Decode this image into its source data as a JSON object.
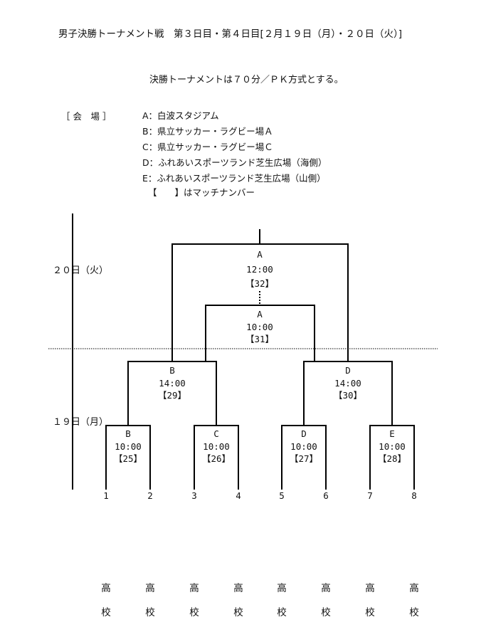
{
  "header": {
    "title": "男子決勝トーナメント戦　第３日目・第４日目[２月１９日（月）・２０日（火）]",
    "rule_note": "決勝トーナメントは７０分／ＰＫ方式とする。"
  },
  "venues": {
    "label": "［ 会　場 ］",
    "items": [
      "A：白波スタジアム",
      "B：県立サッカー・ラグビー場Ａ",
      "C：県立サッカー・ラグビー場Ｃ",
      "D：ふれあいスポーツランド芝生広場（海側）",
      "E：ふれあいスポーツランド芝生広場（山側）",
      "【　　】はマッチナンバー"
    ]
  },
  "days": {
    "day2": "２０日（火）",
    "day1": "１９日（月）"
  },
  "matches": [
    {
      "venue": "A",
      "time": "12:00",
      "number": "【32】"
    },
    {
      "venue": "A",
      "time": "10:00",
      "number": "【31】"
    },
    {
      "venue": "B",
      "time": "14:00",
      "number": "【29】"
    },
    {
      "venue": "D",
      "time": "14:00",
      "number": "【30】"
    },
    {
      "venue": "B",
      "time": "10:00",
      "number": "【25】"
    },
    {
      "venue": "C",
      "time": "10:00",
      "number": "【26】"
    },
    {
      "venue": "D",
      "time": "10:00",
      "number": "【27】"
    },
    {
      "venue": "E",
      "time": "10:00",
      "number": "【28】"
    }
  ],
  "teams": [
    {
      "number": "1",
      "char1": "高",
      "char2": "校"
    },
    {
      "number": "2",
      "char1": "高",
      "char2": "校"
    },
    {
      "number": "3",
      "char1": "高",
      "char2": "校"
    },
    {
      "number": "4",
      "char1": "高",
      "char2": "校"
    },
    {
      "number": "5",
      "char1": "高",
      "char2": "校"
    },
    {
      "number": "6",
      "char1": "高",
      "char2": "校"
    },
    {
      "number": "7",
      "char1": "高",
      "char2": "校"
    },
    {
      "number": "8",
      "char1": "高",
      "char2": "校"
    }
  ]
}
